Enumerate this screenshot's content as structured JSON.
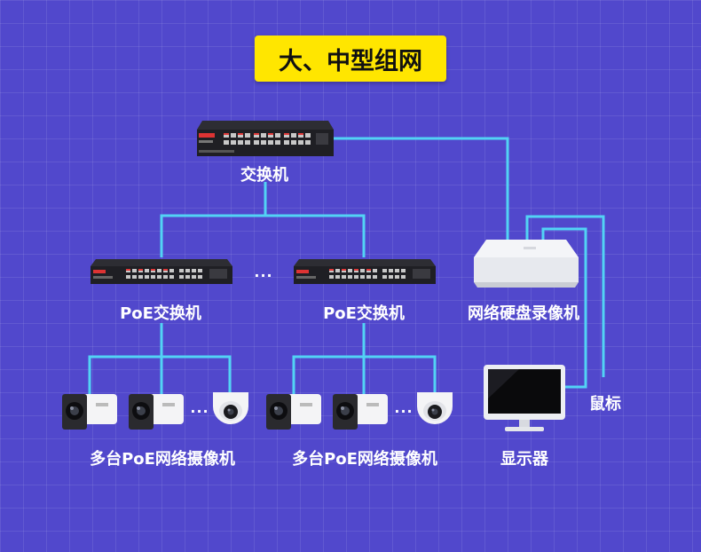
{
  "title": "大、中型组网",
  "nodes": {
    "core_switch": "交换机",
    "poe_switch_1": "PoE交换机",
    "poe_switch_2": "PoE交换机",
    "nvr": "网络硬盘录像机",
    "cameras_1": "多台PoE网络摄像机",
    "cameras_2": "多台PoE网络摄像机",
    "monitor": "显示器",
    "mouse": "鼠标"
  },
  "ellipsis": {
    "switches": "...",
    "cameras_1": "...",
    "cameras_2": "..."
  },
  "colors": {
    "background": "#5148cc",
    "wire": "#52d3f5",
    "title_bg": "#ffe600"
  }
}
